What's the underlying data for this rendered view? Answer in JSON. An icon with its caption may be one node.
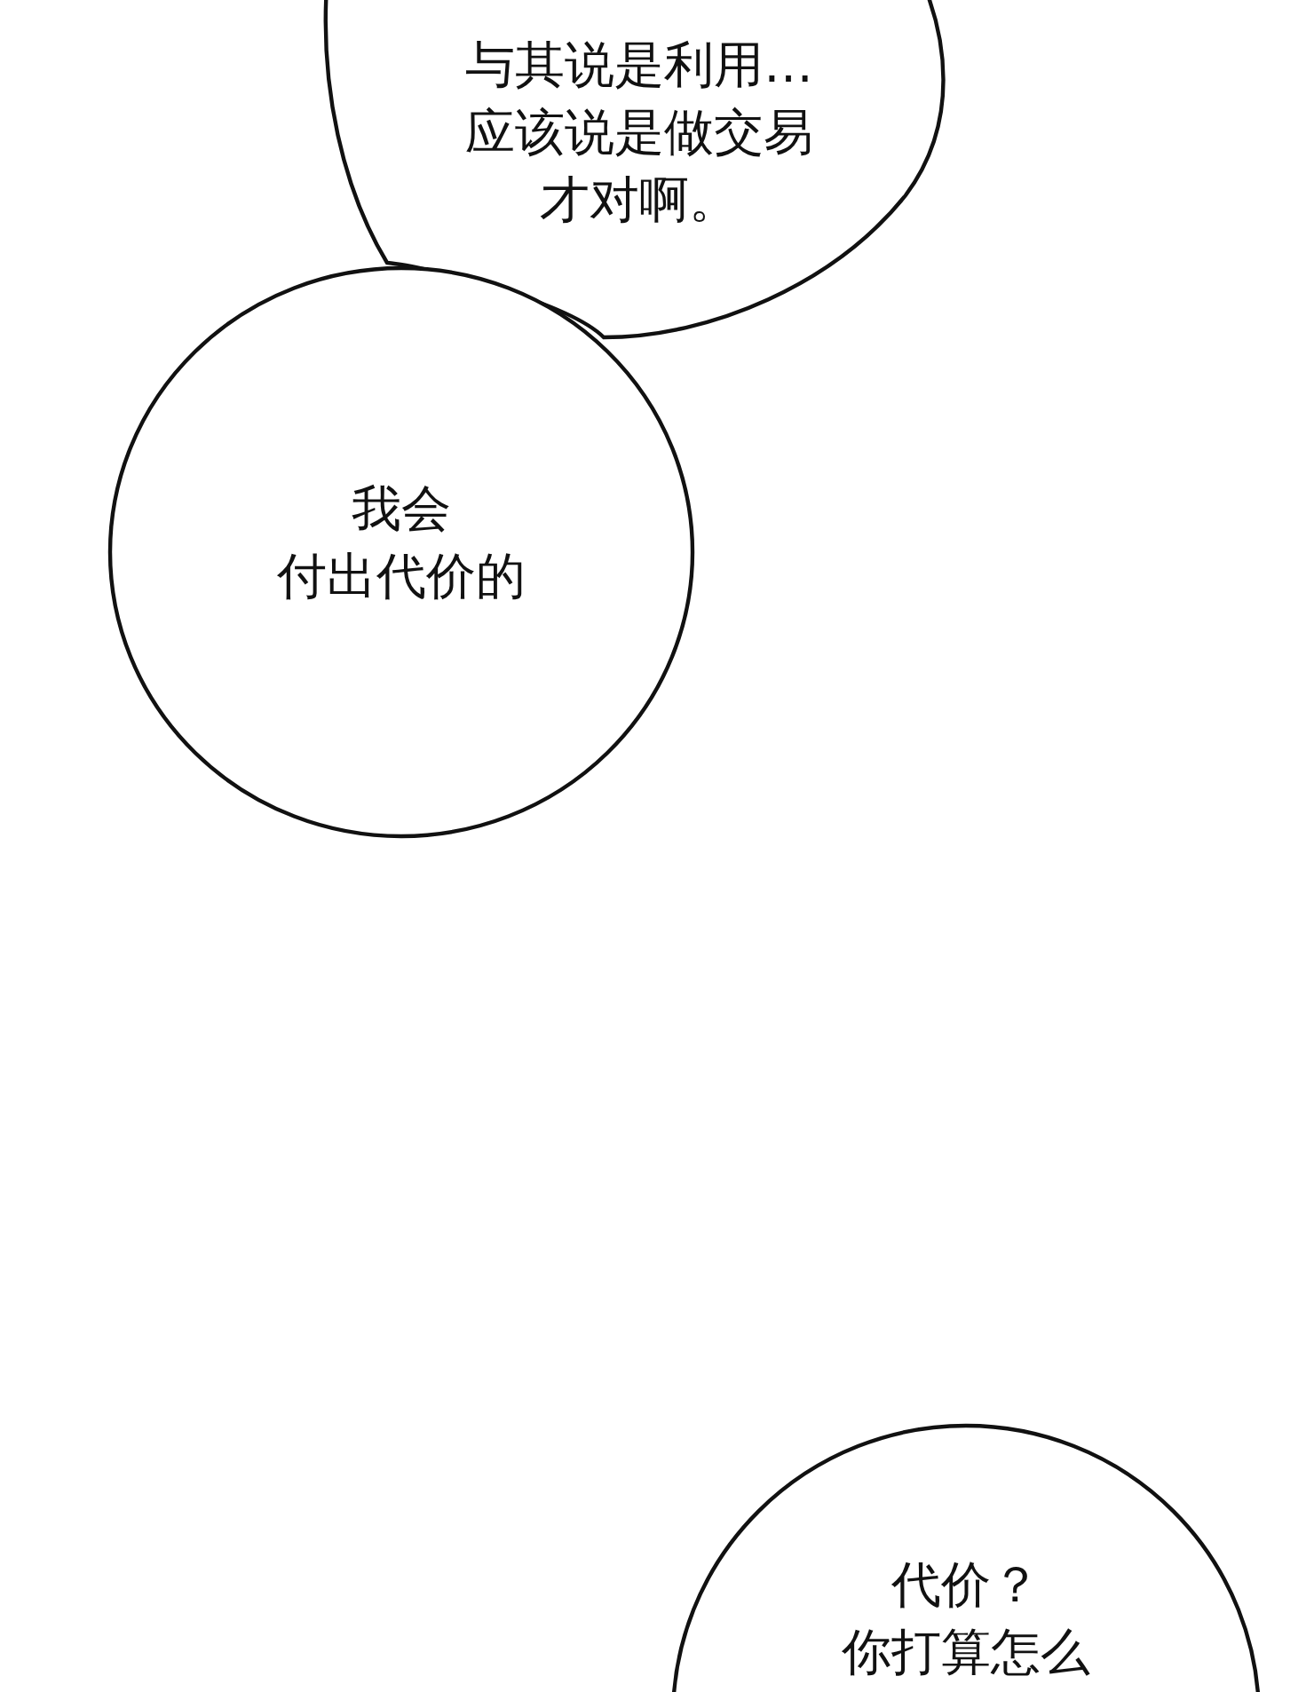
{
  "diagram": {
    "nodes": [
      {
        "text": [
          "与其说是利用…应该说是做交易才对啊。"
        ]
      },
      {
        "text": [
          "我会付出代价的"
        ]
      },
      {
        "text": [
          "代价？你打算怎么"
        ]
      }
    ]
  }
}
